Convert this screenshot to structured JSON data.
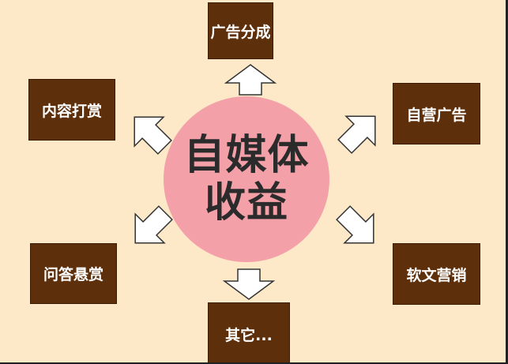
{
  "diagram": {
    "center": {
      "line1": "自媒体",
      "line2": "收益"
    },
    "nodes": [
      {
        "id": "top",
        "label": "广告分成"
      },
      {
        "id": "top-left",
        "label": "内容打赏"
      },
      {
        "id": "top-right",
        "label": "自营广告"
      },
      {
        "id": "bottom-left",
        "label": "问答悬赏"
      },
      {
        "id": "bottom-right",
        "label": "软文营销"
      },
      {
        "id": "bottom",
        "label": "其它..."
      }
    ],
    "colors": {
      "background": "#FDE8C8",
      "circle": "#F4A0A8",
      "box": "#5E2F0B",
      "box_text": "#FFFFFF",
      "center_text": "#2B2B2B",
      "arrow_fill": "#FFFFFF",
      "arrow_stroke": "#333333"
    }
  }
}
